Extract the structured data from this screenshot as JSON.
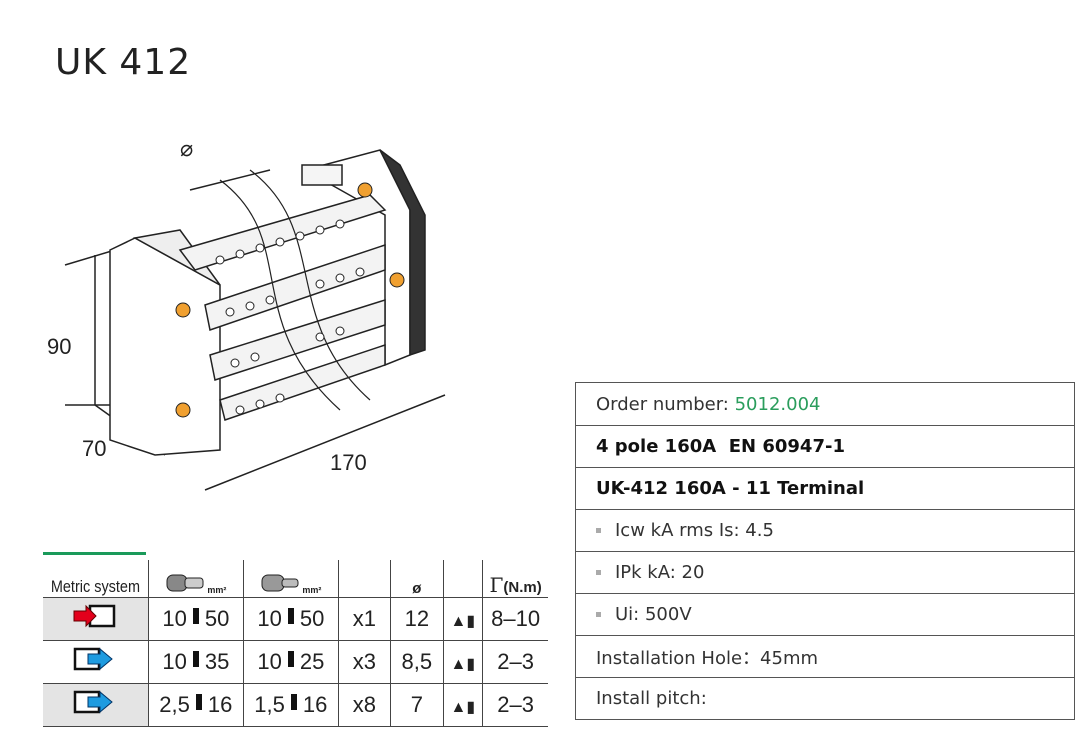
{
  "title": "UK 412",
  "drawing": {
    "dim_height": "90",
    "dim_depth": "70",
    "dim_width": "170",
    "diameter_symbol": "⌀"
  },
  "spec_table": {
    "header": {
      "system": "Metric system",
      "col_stranded_unit": "mm²",
      "col_ferrule_unit": "mm²",
      "col_diameter": "ø",
      "col_torque": "(N.m)"
    },
    "rows": [
      {
        "direction": "input",
        "stranded_min": "10",
        "stranded_max": "50",
        "ferrule_min": "10",
        "ferrule_max": "50",
        "count": "x1",
        "diameter": "12",
        "torque": "8–10"
      },
      {
        "direction": "output",
        "stranded_min": "10",
        "stranded_max": "35",
        "ferrule_min": "10",
        "ferrule_max": "25",
        "count": "x3",
        "diameter": "8,5",
        "torque": "2–3"
      },
      {
        "direction": "output",
        "stranded_min": "2,5",
        "stranded_max": "16",
        "ferrule_min": "1,5",
        "ferrule_max": "16",
        "count": "x8",
        "diameter": "7",
        "torque": "2–3"
      }
    ]
  },
  "info": {
    "order_label": "Order number: ",
    "order_number": "5012.004",
    "poles": "4 pole 160A  EN 60947-1",
    "model": "UK-412 160A - 11 Terminal",
    "icw": "Icw kA rms Is: 4.5",
    "ipk": "IPk kA: 20",
    "ui": "Ui: 500V",
    "hole": "Installation Hole：45mm",
    "pitch": "Install pitch:"
  },
  "colors": {
    "accent_green": "#2a9d5c",
    "input_arrow": "#e3001b",
    "output_arrow": "#1e9be0"
  }
}
